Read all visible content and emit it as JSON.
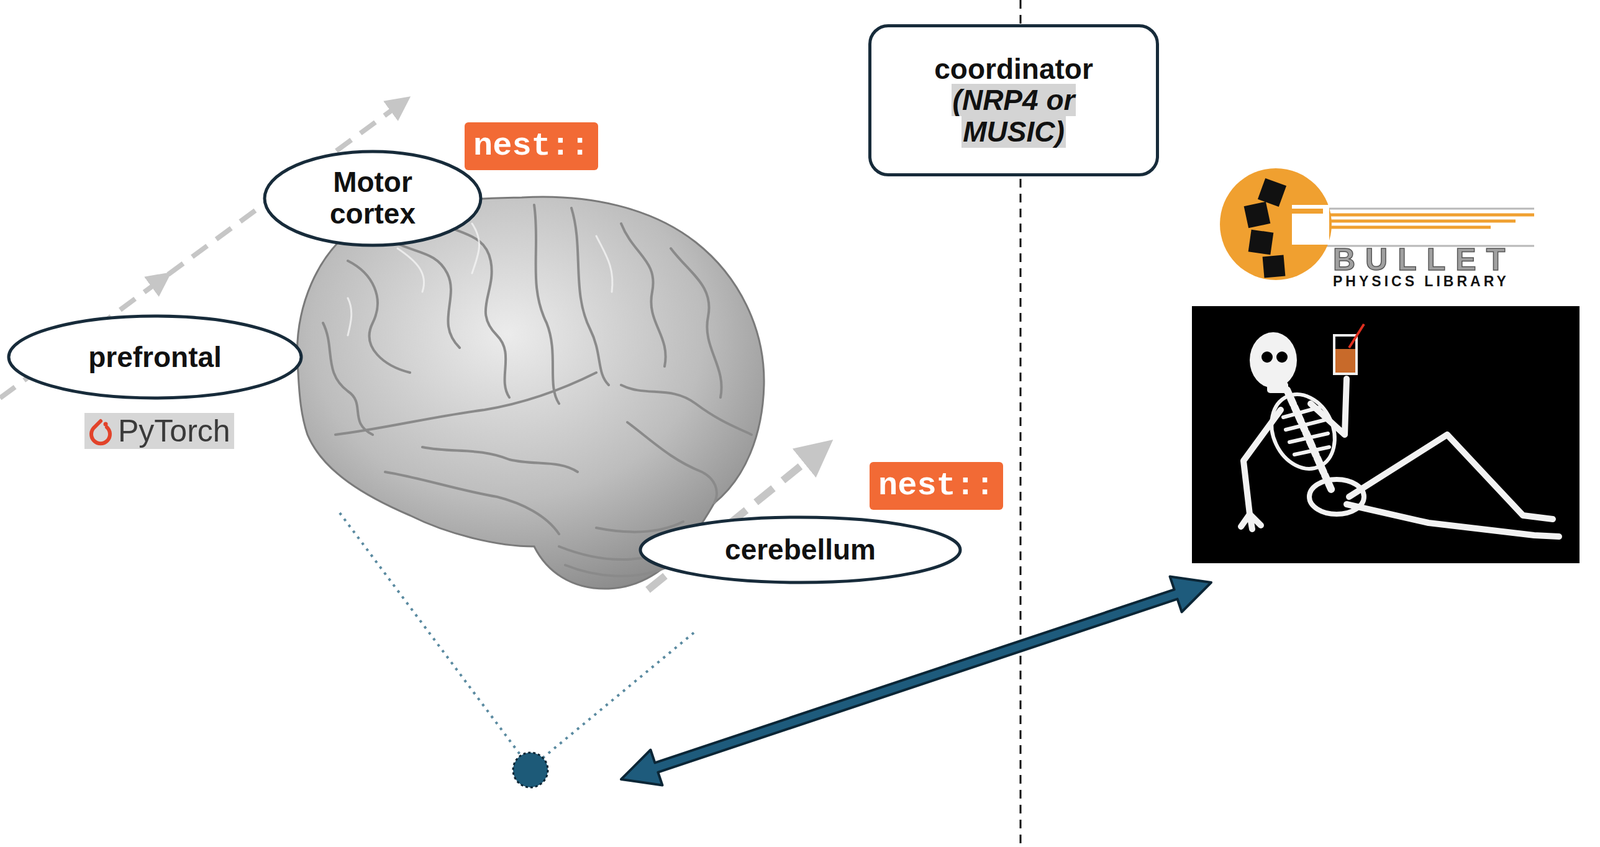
{
  "diagram": {
    "nodes": [
      {
        "text": [
          "Motor cortex"
        ]
      },
      {
        "text": [
          "prefrontal"
        ]
      },
      {
        "text": [
          "cerebellum"
        ]
      },
      {
        "text": [
          "coordinator",
          "(NRP4 or MUSIC)"
        ]
      }
    ],
    "labels": [
      "nest::",
      "PyTorch",
      "nest::",
      "BULLET",
      "PHYSICS LIBRARY"
    ]
  }
}
